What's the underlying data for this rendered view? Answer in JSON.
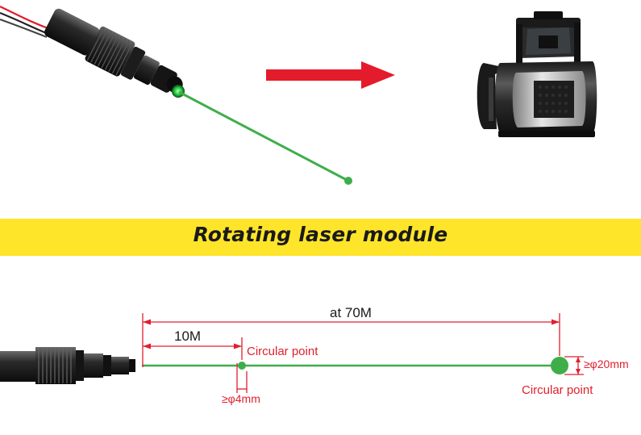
{
  "banner": {
    "title": "Rotating laser module"
  },
  "diagram": {
    "total_distance_label": "at 70M",
    "near_distance_label": "10M",
    "near_point_label": "Circular point",
    "near_point_size": "≥φ4mm",
    "far_point_label": "Circular point",
    "far_point_size": "≥φ20mm"
  },
  "colors": {
    "banner": "#ffe52a",
    "laser_beam": "#3fae4a",
    "arrow": "#e41b2b",
    "dimension_lines": "#e0202e"
  },
  "icons": {
    "laser_module_top": "laser-module-icon",
    "arrow": "right-arrow-icon",
    "rotating_laser_level": "rotating-laser-level-icon",
    "laser_module_bottom": "laser-module-side-icon"
  }
}
